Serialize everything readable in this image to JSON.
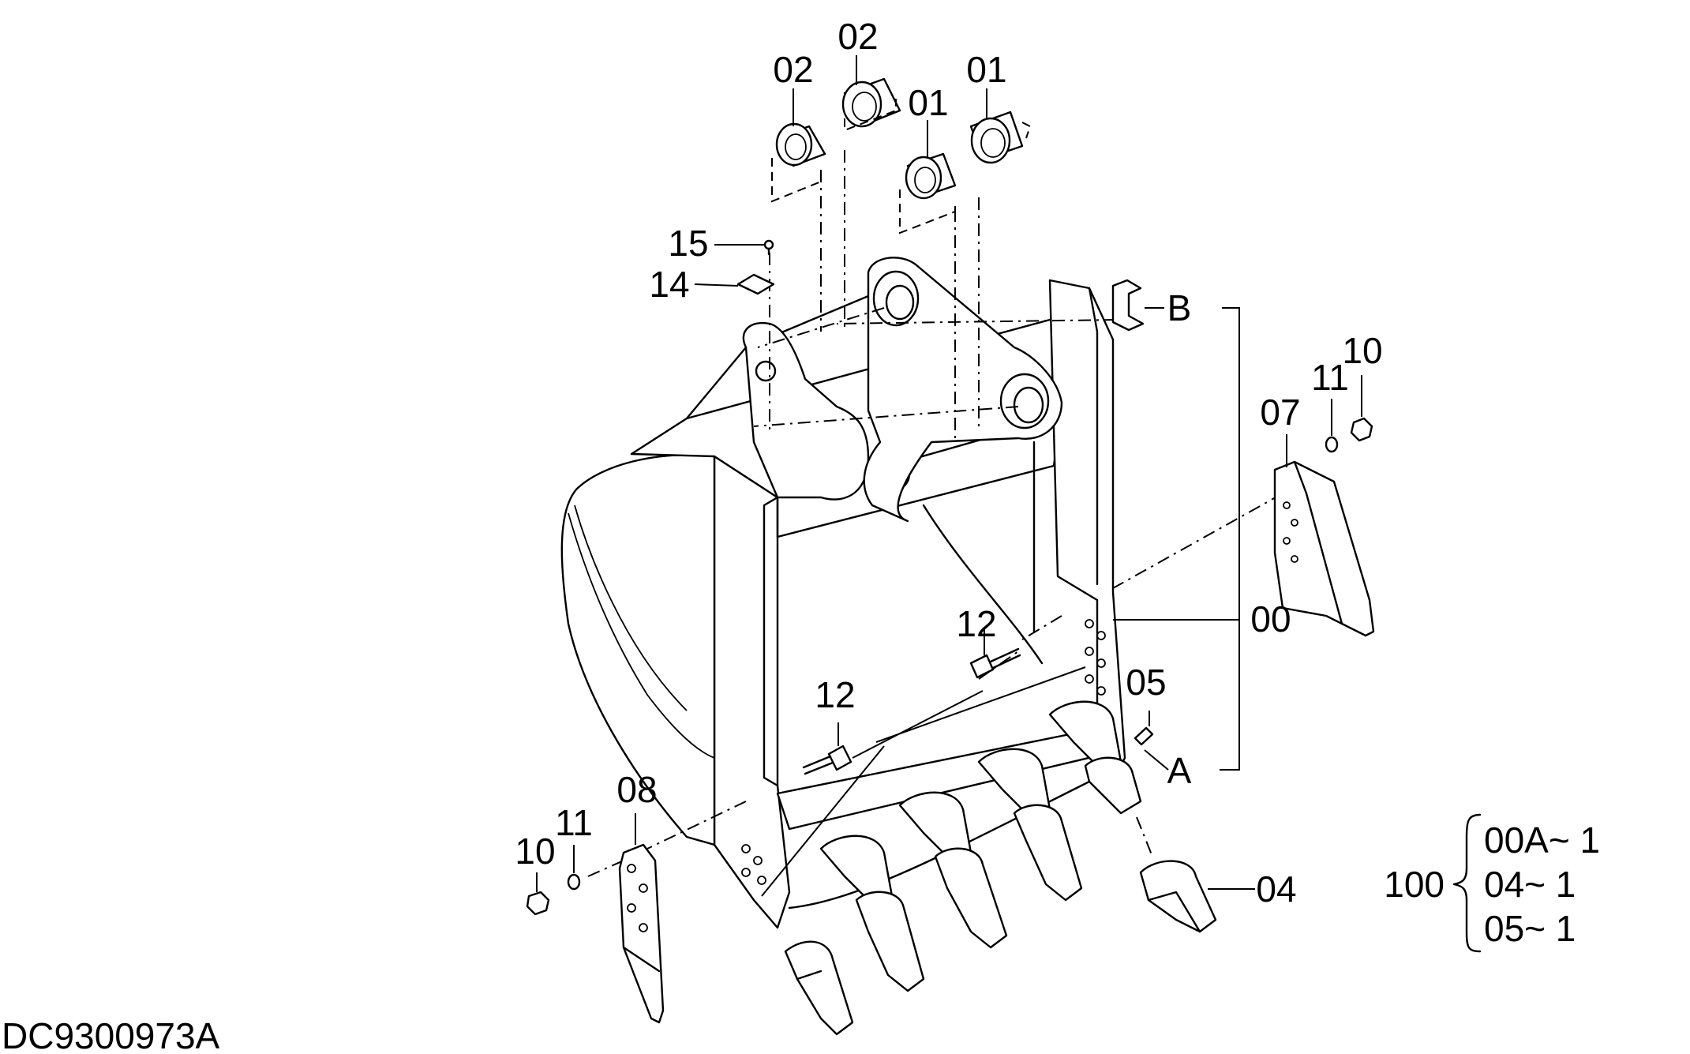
{
  "drawing_code": "DC9300973A",
  "callouts": [
    {
      "id": "c-02a",
      "text": "02"
    },
    {
      "id": "c-02b",
      "text": "02"
    },
    {
      "id": "c-01a",
      "text": "01"
    },
    {
      "id": "c-01b",
      "text": "01"
    },
    {
      "id": "c-15",
      "text": "15"
    },
    {
      "id": "c-14",
      "text": "14"
    },
    {
      "id": "c-B",
      "text": "B"
    },
    {
      "id": "c-10r",
      "text": "10"
    },
    {
      "id": "c-11r",
      "text": "11"
    },
    {
      "id": "c-07",
      "text": "07"
    },
    {
      "id": "c-00",
      "text": "00"
    },
    {
      "id": "c-12a",
      "text": "12"
    },
    {
      "id": "c-12b",
      "text": "12"
    },
    {
      "id": "c-05",
      "text": "05"
    },
    {
      "id": "c-A",
      "text": "A"
    },
    {
      "id": "c-08",
      "text": "08"
    },
    {
      "id": "c-11l",
      "text": "11"
    },
    {
      "id": "c-10l",
      "text": "10"
    },
    {
      "id": "c-04",
      "text": "04"
    }
  ],
  "kit": {
    "number": "100",
    "items": [
      "00A~ 1",
      "04~ 1",
      "05~ 1"
    ]
  }
}
